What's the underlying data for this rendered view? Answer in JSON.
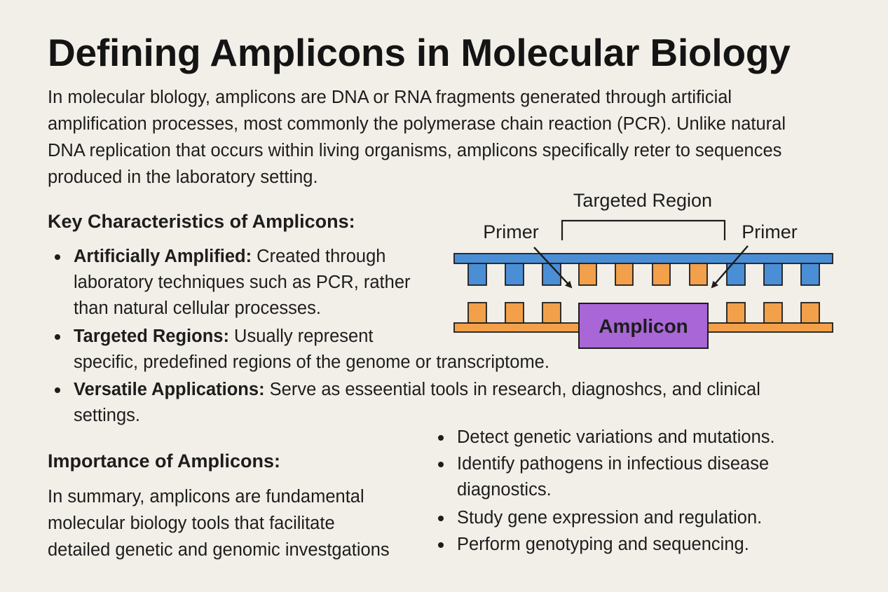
{
  "title": "Defining Amplicons in Molecular Biology",
  "intro": "In molecular blology, amplicons are DNA or RNA fragments generated through artificial amplification processes, most commonly the polymerase chain reaction (PCR). Unlike natural DNA replication that occurs within living organisms, amplicons specifically reter to sequences produced in the laboratory setting.",
  "key_section": {
    "heading": "Key Characteristics of Amplicons:",
    "items": [
      {
        "term": "Artificially Amplified:",
        "line1": " Created through",
        "line2": "laboratory techniques such as PCR, rather",
        "line3": "than natural cellular processes."
      },
      {
        "term": "Targeted Regions:",
        "line1": " Usually represent",
        "line2": "specific, predefined regions of the genome or transcriptome."
      },
      {
        "term": "Versatile Applications:",
        "line1": " Serve as esseential tools in research, diagnoshcs, and clinical",
        "line2": "settings."
      }
    ]
  },
  "importance_section": {
    "heading": "Importance of Amplicons:",
    "summary_lines": [
      "In summary, amplicons are fundamental",
      "molecular biology tools that facilitate",
      "detailed genetic and genomic investgations"
    ],
    "applications": [
      {
        "line1": "Detect genetic variations and mutations."
      },
      {
        "line1": "Identify pathogens in infectious disease",
        "line2": "diagnostics."
      },
      {
        "line1": "Study gene expression and regulation."
      },
      {
        "line1": "Perform genotyping and sequencing."
      }
    ]
  },
  "diagram": {
    "targeted_region_label": "Targeted Region",
    "primer_left_label": "Primer",
    "primer_right_label": "Primer",
    "amplicon_label": "Amplicon",
    "colors": {
      "top_strand": "#4a8fd6",
      "bottom_strand": "#f2a04a",
      "amplicon": "#a866d6",
      "outline": "#1d1d1d"
    }
  }
}
